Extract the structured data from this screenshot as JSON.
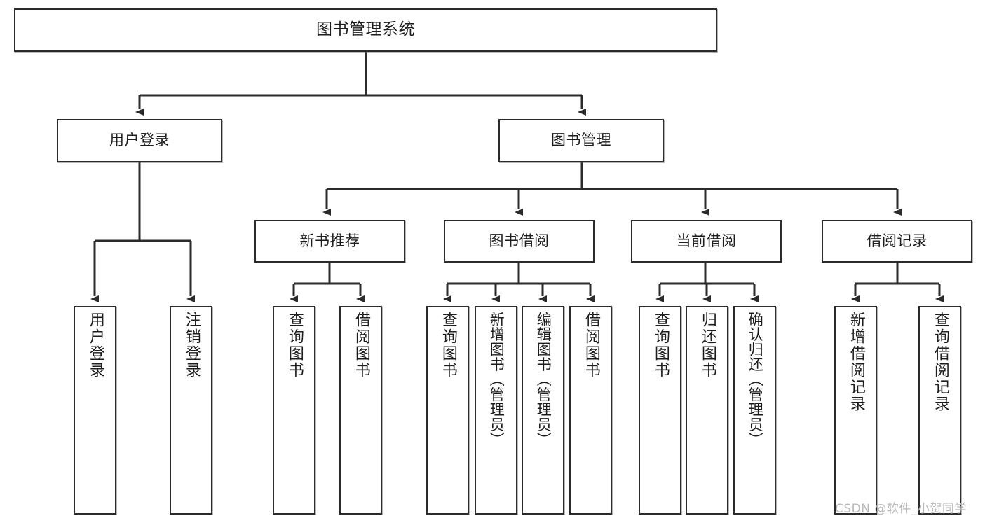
{
  "diagram": {
    "type": "tree-hierarchy",
    "title": "图书管理系统",
    "root": {
      "label": "图书管理系统"
    },
    "level2": [
      {
        "id": "user-login",
        "label": "用户登录"
      },
      {
        "id": "book-management",
        "label": "图书管理"
      }
    ],
    "level3": [
      {
        "id": "new-book-recommend",
        "label": "新书推荐",
        "parent": "book-management"
      },
      {
        "id": "book-borrow",
        "label": "图书借阅",
        "parent": "book-management"
      },
      {
        "id": "current-borrow",
        "label": "当前借阅",
        "parent": "book-management"
      },
      {
        "id": "borrow-record",
        "label": "借阅记录",
        "parent": "book-management"
      }
    ],
    "leaves": [
      {
        "id": "leaf-user-login",
        "label": "用户登录",
        "parent": "user-login"
      },
      {
        "id": "leaf-user-logout",
        "label": "注销登录",
        "parent": "user-login"
      },
      {
        "id": "leaf-query-book-1",
        "label": "查询图书",
        "parent": "new-book-recommend"
      },
      {
        "id": "leaf-borrow-book-1",
        "label": "借阅图书",
        "parent": "new-book-recommend"
      },
      {
        "id": "leaf-query-book-2",
        "label": "查询图书",
        "parent": "book-borrow"
      },
      {
        "id": "leaf-add-book",
        "label": "新增图书（管理员）",
        "parent": "book-borrow"
      },
      {
        "id": "leaf-edit-book",
        "label": "编辑图书（管理员）",
        "parent": "book-borrow"
      },
      {
        "id": "leaf-borrow-book-2",
        "label": "借阅图书",
        "parent": "book-borrow"
      },
      {
        "id": "leaf-query-book-3",
        "label": "查询图书",
        "parent": "current-borrow"
      },
      {
        "id": "leaf-return-book",
        "label": "归还图书",
        "parent": "current-borrow"
      },
      {
        "id": "leaf-confirm-return",
        "label": "确认归还（管理员）",
        "parent": "current-borrow"
      },
      {
        "id": "leaf-add-record",
        "label": "新增借阅记录",
        "parent": "borrow-record"
      },
      {
        "id": "leaf-query-record",
        "label": "查询借阅记录",
        "parent": "borrow-record"
      }
    ],
    "watermark": "CSDN @软件_小贺同学",
    "colors": {
      "stroke": "#2b2b2b",
      "fill": "#ffffff",
      "text": "#1d1d1d",
      "watermark": "#b9b9b9"
    }
  }
}
